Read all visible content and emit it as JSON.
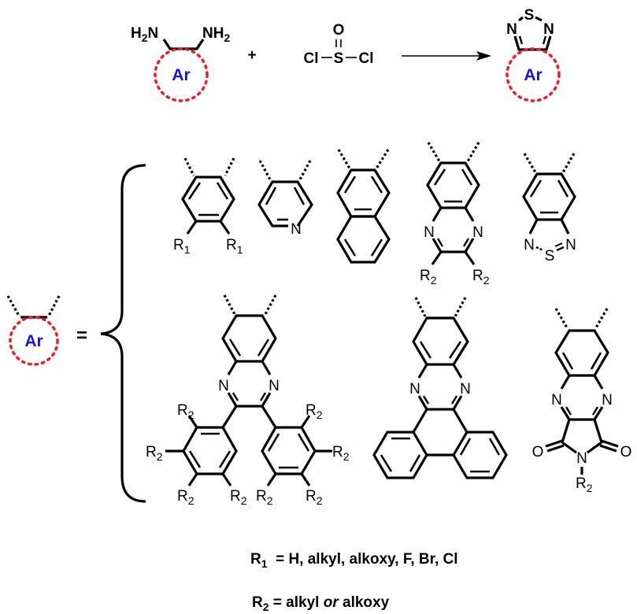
{
  "reaction": {
    "reactant_amine": {
      "left_label": "H",
      "left_sub": "2",
      "left_atom": "N",
      "right_atom": "NH",
      "right_sub": "2",
      "ring_label": "Ar"
    },
    "plus_sign": "+",
    "reagent": {
      "left": "Cl",
      "center": "S",
      "top": "O",
      "right": "Cl"
    },
    "product": {
      "top_atom": "S",
      "left_atom": "N",
      "right_atom": "N",
      "ring_label": "Ar"
    }
  },
  "definition": {
    "ring_label": "Ar",
    "equals": "="
  },
  "structures": {
    "benzene": {
      "subst_left": "R",
      "subst_left_sub": "1",
      "subst_right": "R",
      "subst_right_sub": "1"
    },
    "pyridine": {
      "hetero": "N"
    },
    "naphthalene": {},
    "quinoxaline": {
      "n_left": "N",
      "n_right": "N",
      "subst_left": "R",
      "subst_left_sub": "2",
      "subst_right": "R",
      "subst_right_sub": "2"
    },
    "benzothiadiazole": {
      "n_left": "N",
      "n_right": "N",
      "s": "S"
    },
    "diphenylquinoxaline": {
      "n_left": "N",
      "n_right": "N",
      "r": "R",
      "r_sub": "2"
    },
    "phenazine_fused": {
      "n_left": "N",
      "n_right": "N"
    },
    "pyrroloquinoxalinedione": {
      "n_left": "N",
      "n_right": "N",
      "o_left": "O",
      "o_right": "O",
      "n_imide": "N",
      "r": "R",
      "r_sub": "2"
    }
  },
  "legend": {
    "r1_symbol": "R",
    "r1_sub": "1",
    "r1_text": "  = H, alkyl, alkoxy, F, Br, Cl",
    "r2_symbol": "R",
    "r2_sub": "2",
    "r2_text_a": " = alkyl ",
    "r2_text_or": "or",
    "r2_text_b": " alkoxy"
  },
  "colors": {
    "ring": "#ee1c25",
    "ar_text": "#1414e6",
    "bonds": "#000000"
  }
}
